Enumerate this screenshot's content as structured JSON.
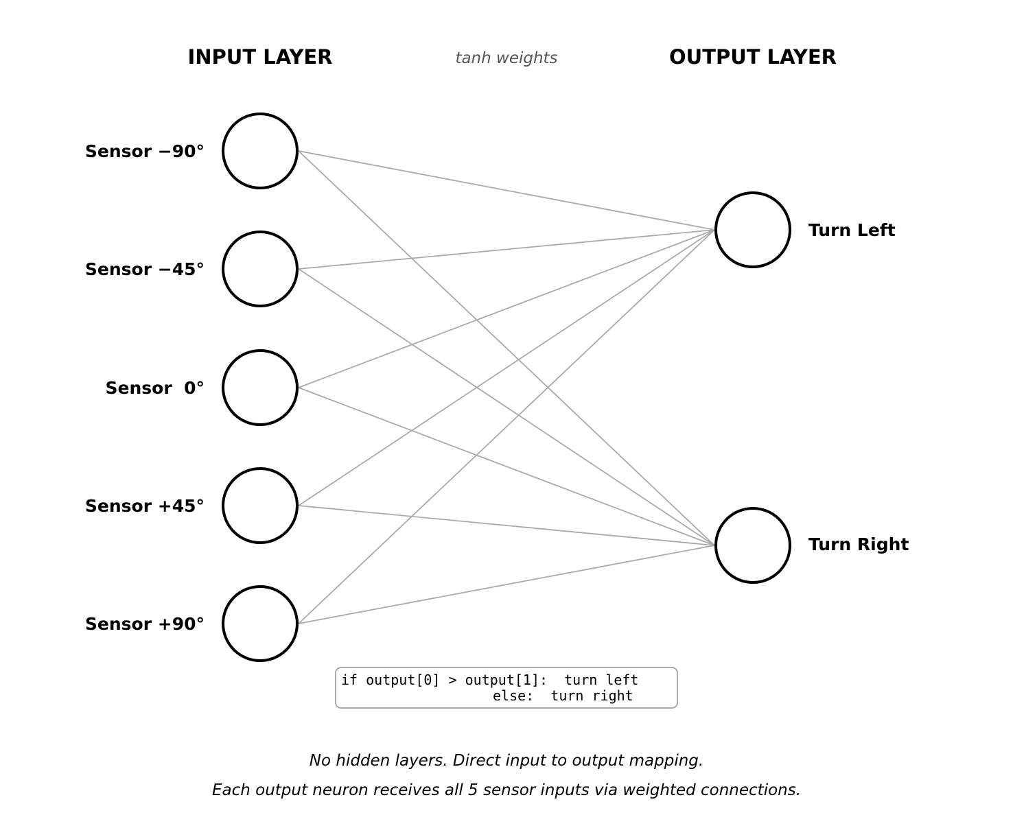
{
  "header": {
    "input_title": "INPUT LAYER",
    "weights_title": "tanh weights",
    "output_title": "OUTPUT LAYER"
  },
  "input_nodes": [
    {
      "label": "Sensor −90°"
    },
    {
      "label": "Sensor −45°"
    },
    {
      "label": "Sensor  0°"
    },
    {
      "label": "Sensor +45°"
    },
    {
      "label": "Sensor +90°"
    }
  ],
  "output_nodes": [
    {
      "label": "Turn Left"
    },
    {
      "label": "Turn Right"
    }
  ],
  "rule": {
    "line1": "if output[0] > output[1]:  turn left",
    "line2": "else:  turn right"
  },
  "captions": {
    "line1": "No hidden layers. Direct input to output mapping.",
    "line2": "Each output neuron receives all 5 sensor inputs via weighted connections."
  },
  "colors": {
    "edge": "#aaaaaa",
    "node_stroke": "#000000",
    "weights_title": "#555555"
  }
}
